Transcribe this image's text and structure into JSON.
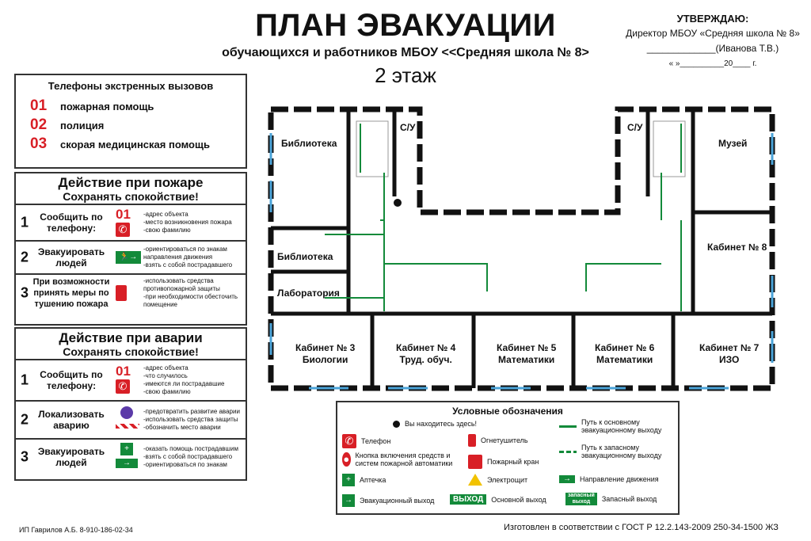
{
  "header": {
    "title": "ПЛАН ЭВАКУАЦИИ",
    "subtitle": "обучающихся и работников МБОУ <<Средняя школа № 8>",
    "floor": "2 этаж"
  },
  "approval": {
    "heading": "УТВЕРЖДАЮ:",
    "line1": "Директор МБОУ «Средняя школа № 8»",
    "line2": "_____________(Иванова Т.В.)",
    "line3": "«     »__________20____ г."
  },
  "phones": {
    "title": "Телефоны экстренных вызовов",
    "items": [
      {
        "num": "01",
        "label": "пожарная помощь"
      },
      {
        "num": "02",
        "label": "полиция"
      },
      {
        "num": "03",
        "label": "скорая медицинская помощь"
      }
    ]
  },
  "fire": {
    "heading": "Действие при пожаре",
    "sub": "Сохранять спокойствие!",
    "steps": [
      {
        "n": "1",
        "text": "Сообщить по телефону:",
        "badge": "01",
        "notes": "-адрес объекта\n-место возникновения пожара\n-свою фамилию"
      },
      {
        "n": "2",
        "text": "Эвакуировать людей",
        "notes": "-ориентироваться по знакам направления движения\n-взять с собой пострадавшего"
      },
      {
        "n": "3",
        "text": "При возможности принять меры по тушению пожара",
        "notes": "-использовать средства противопожарной защиты\n-при необходимости обесточить помещение"
      }
    ]
  },
  "accident": {
    "heading": "Действие при аварии",
    "sub": "Сохранять спокойствие!",
    "steps": [
      {
        "n": "1",
        "text": "Сообщить по телефону:",
        "badge": "01",
        "notes": "-адрес объекта\n-что случилось\n-имеются ли пострадавшие\n-свою фамилию"
      },
      {
        "n": "2",
        "text": "Локализовать аварию",
        "notes": "-предотвратить развитие аварии\n-использовать средства защиты\n-обозначить место аварии"
      },
      {
        "n": "3",
        "text": "Эвакуировать людей",
        "notes": "-оказать помощь пострадавшим\n-взять с собой пострадавшего\n-ориентироваться по знакам"
      }
    ]
  },
  "rooms": {
    "library1": "Библиотека",
    "library2": "Библиотека",
    "lab": "Лаборатория",
    "wc1": "С/У",
    "wc2": "С/У",
    "museum": "Музей",
    "cab8": "Кабинет № 8",
    "cab3": "Кабинет № 3\nБиологии",
    "cab4": "Кабинет № 4\nТруд. обуч.",
    "cab5": "Кабинет № 5\nМатематики",
    "cab6": "Кабинет № 6\nМатематики",
    "cab7": "Кабинет № 7\nИЗО"
  },
  "legend": {
    "title": "Условные обозначения",
    "you_are_here": "Вы находитесь здесь!",
    "phone": "Телефон",
    "extinguisher": "Огнетушитель",
    "button": "Кнопка включения средств и систем пожарной автоматики",
    "hydrant": "Пожарный кран",
    "aid": "Аптечка",
    "panel": "Электрощит",
    "exit": "Эвакуационный выход",
    "main_exit_tag": "ВЫХОД",
    "main_exit": "Основной выход",
    "spare_exit_tag1": "запасный",
    "spare_exit_tag2": "выход",
    "spare_exit": "Запасный выход",
    "route_main": "Путь к основному эвакуационному выходу",
    "route_spare": "Путь к запасному эвакуационному выходу",
    "direction": "Направление движения"
  },
  "footer": {
    "maker": "ИП Гаврилов А.Б. 8-910-186-02-34",
    "standard": "Изготовлен в соответствии с ГОСТ Р 12.2.143-2009  250-34-1500 ЖЗ"
  },
  "colors": {
    "red": "#d81f26",
    "green": "#138a3a",
    "wall": "#111111",
    "window": "#4aa3d8"
  }
}
